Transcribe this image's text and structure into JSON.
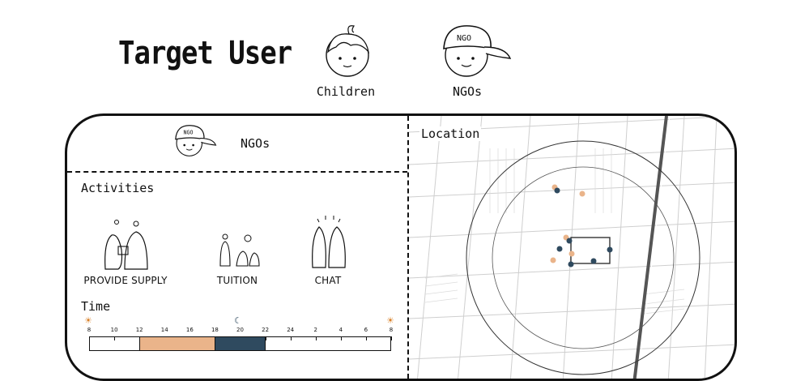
{
  "header": {
    "title": "Target User"
  },
  "target_users": [
    {
      "label": "Children"
    },
    {
      "label": "NGOs",
      "cap_text": "NGO"
    }
  ],
  "panel": {
    "user_label": "NGOs",
    "user_cap_text": "NGO",
    "activities_title": "Activities",
    "activities": [
      {
        "label": "PROVIDE SUPPLY"
      },
      {
        "label": "TUITION"
      },
      {
        "label": "CHAT"
      }
    ],
    "time_title": "Time",
    "time_ticks": [
      "8",
      "10",
      "12",
      "14",
      "16",
      "18",
      "20",
      "22",
      "24",
      "2",
      "4",
      "6",
      "8"
    ],
    "location_title": "Location"
  },
  "colors": {
    "orange": "#eab48a",
    "navy": "#2f4a5f",
    "ink": "#111111"
  }
}
